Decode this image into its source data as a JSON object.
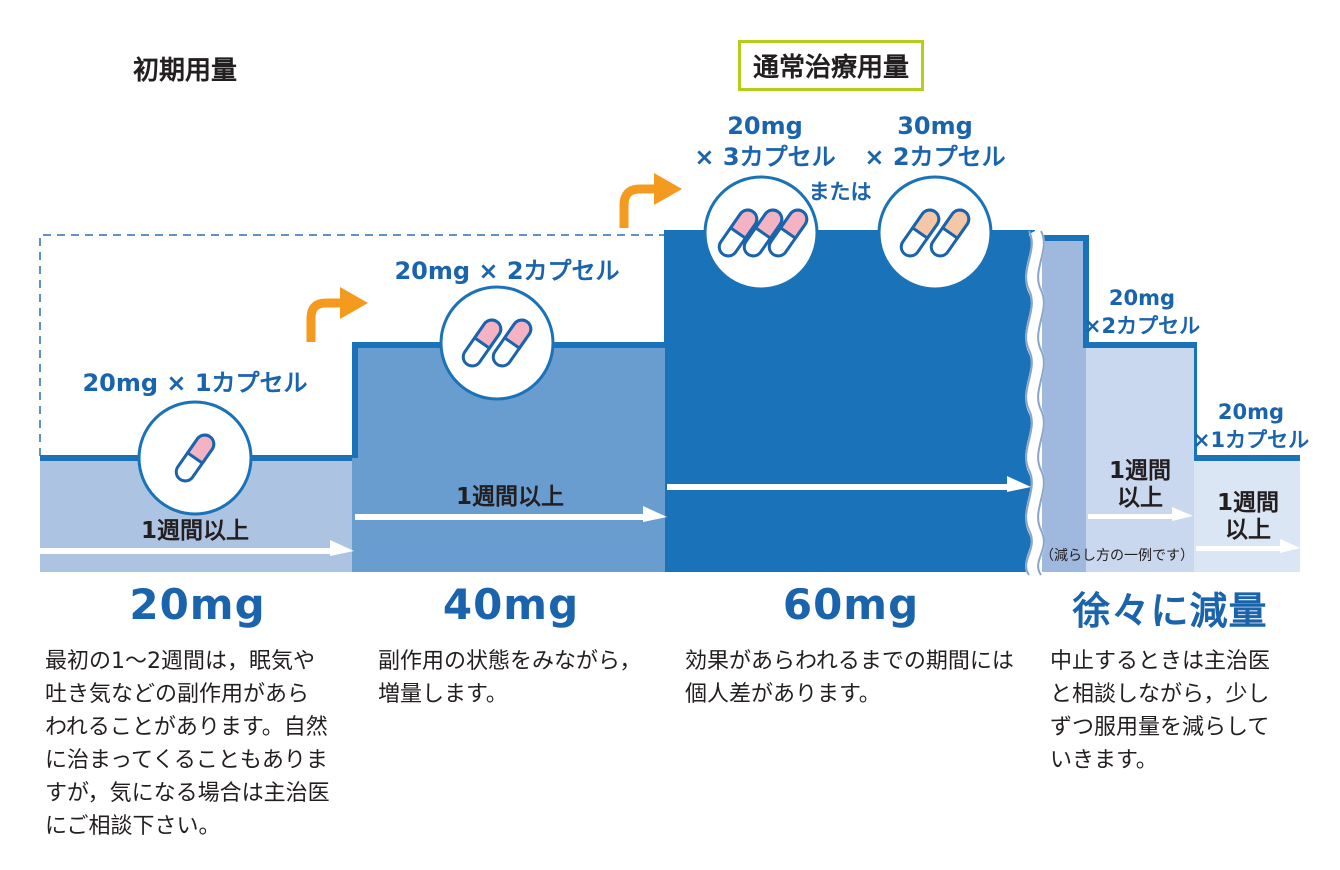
{
  "colors": {
    "step1": "#adc3e2",
    "step2": "#6a9dcf",
    "step3": "#1a72b8",
    "taper_dark": "#9fb8de",
    "taper_light": "#c9d8ee",
    "taper_lighter": "#dbe6f4",
    "outline": "#1a72b8",
    "arrow_orange": "#f39a1f",
    "capsule_pink": "#f4b3c3",
    "capsule_peach": "#f6c7a6",
    "frame_green": "#b7cd1e"
  },
  "phases": {
    "initial_title": "初期用量",
    "maintenance_title": "通常治療用量"
  },
  "steps": [
    {
      "capsule_label": "20mg × 1カプセル",
      "capsules": 1,
      "duration": "1週間以上",
      "dose": "20mg",
      "description": "最初の1～2週間は，眠気や\n吐き気などの副作用があら\nわれることがあります。自然\nに治まってくることもありま\nすが，気になる場合は主治医\nにご相談下さい。"
    },
    {
      "capsule_label": "20mg × 2カプセル",
      "capsules": 2,
      "duration": "1週間以上",
      "dose": "40mg",
      "description": "副作用の状態をみながら，\n増量します。"
    },
    {
      "option_a_label": "20mg\n× 3カプセル",
      "option_b_label": "30mg\n× 2カプセル",
      "or_label": "または",
      "dose": "60mg",
      "description": "効果があらわれるまでの期間には\n個人差があります。"
    },
    {
      "taper_a_label": "20mg\n×2カプセル",
      "taper_a_duration": "1週間\n以上",
      "taper_b_label": "20mg\n×1カプセル",
      "taper_b_duration": "1週間\n以上",
      "example_note": "（減らし方の一例です）",
      "dose": "徐々に減量",
      "description": "中止するときは主治医\nと相談しながら，少し\nずつ服用量を減らして\nいきます。"
    }
  ]
}
